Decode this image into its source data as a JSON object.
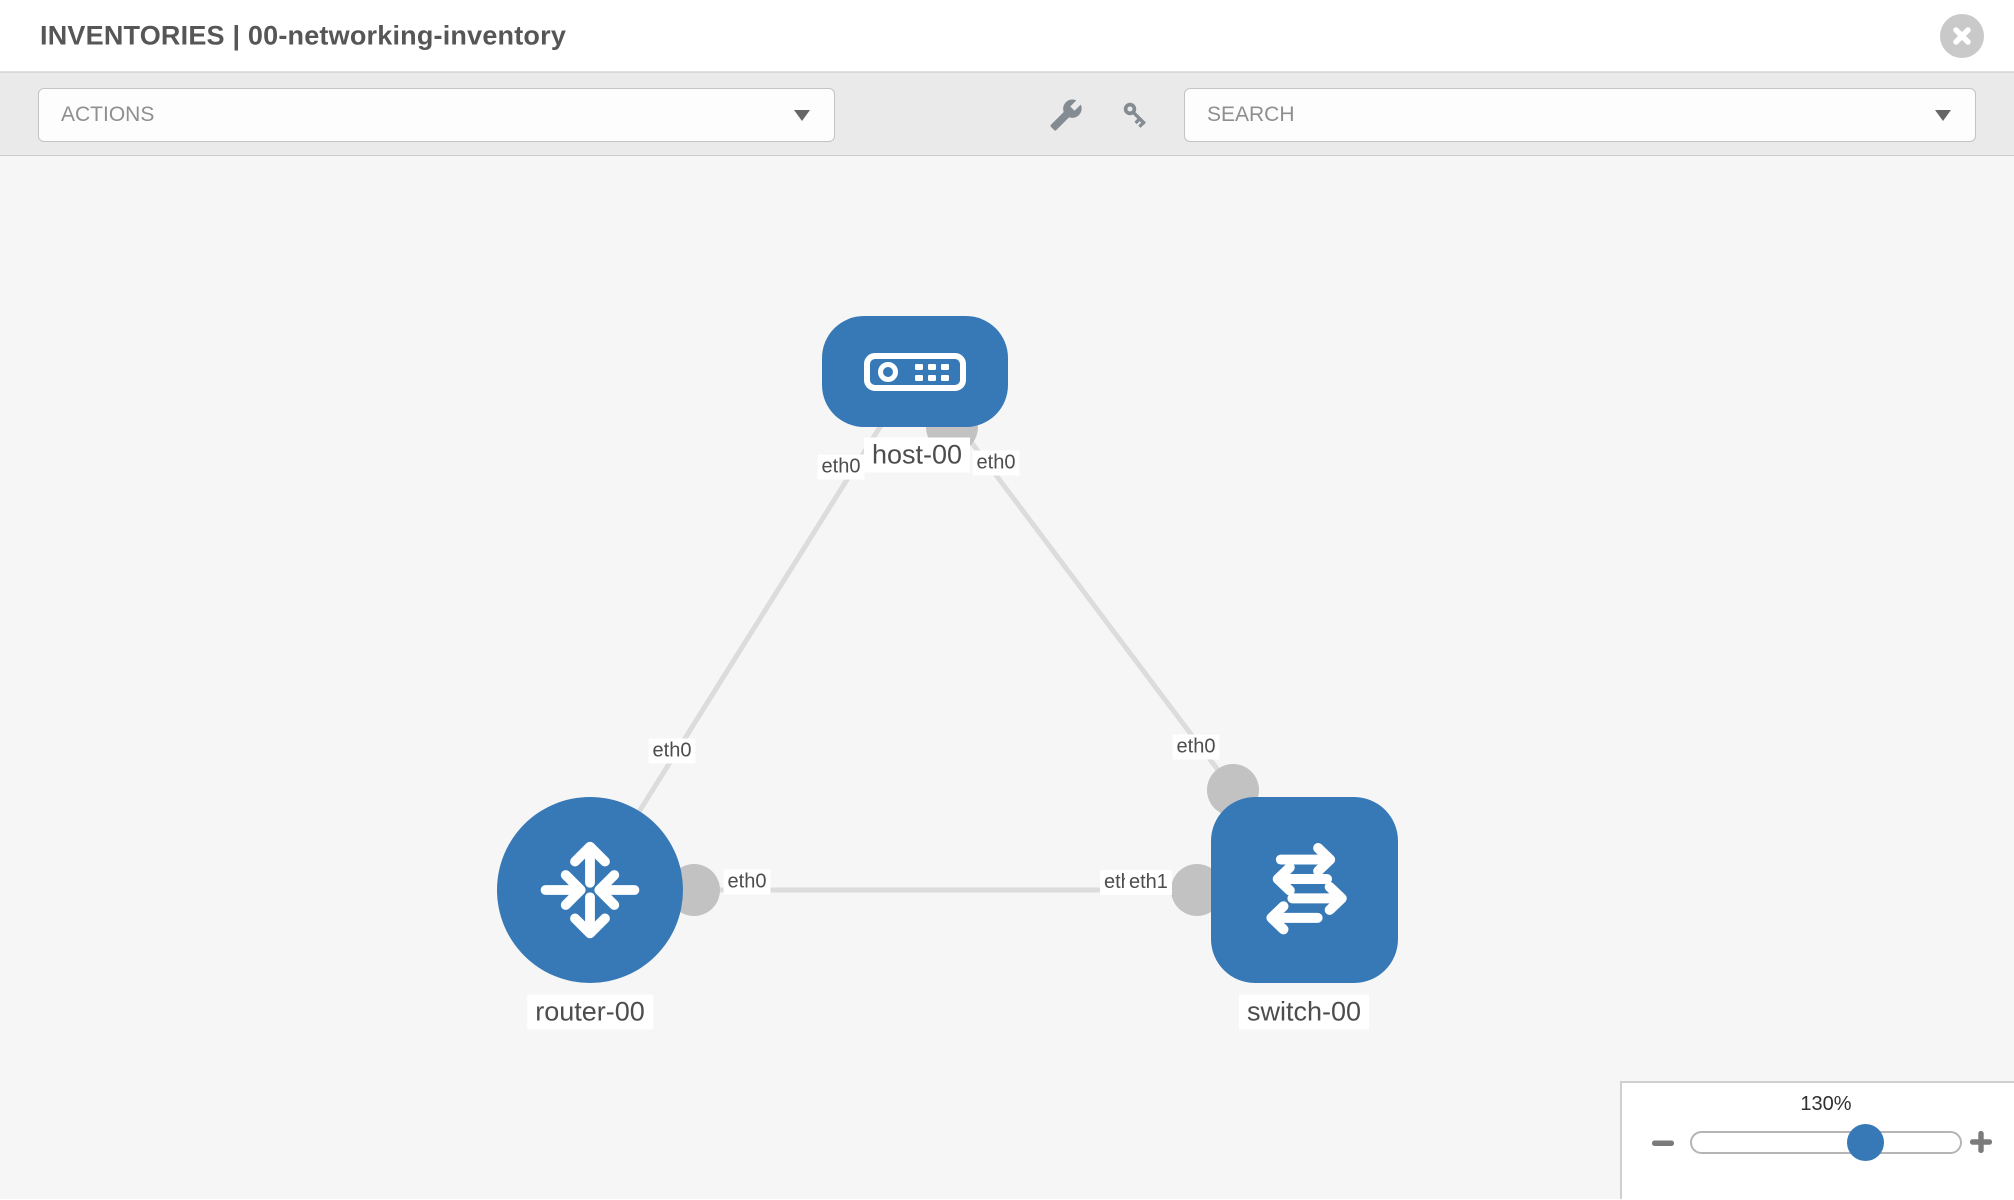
{
  "header": {
    "title": "INVENTORIES | 00-networking-inventory"
  },
  "toolbar": {
    "actions_label": "ACTIONS",
    "search_placeholder": "SEARCH",
    "icons": [
      "wrench-icon",
      "key-icon"
    ]
  },
  "topology": {
    "nodes": [
      {
        "id": "host-00",
        "label": "host-00",
        "type": "host"
      },
      {
        "id": "router-00",
        "label": "router-00",
        "type": "router"
      },
      {
        "id": "switch-00",
        "label": "switch-00",
        "type": "switch"
      }
    ],
    "links": [
      {
        "source": "host-00",
        "source_interface": "eth0",
        "target": "router-00",
        "target_interface": "eth0"
      },
      {
        "source": "host-00",
        "source_interface": "eth0",
        "target": "switch-00",
        "target_interface": "eth0"
      },
      {
        "source": "router-00",
        "source_interface": "eth0",
        "target": "switch-00",
        "target_interface": "eth1"
      }
    ],
    "overlapped_interface_label": "eth0"
  },
  "zoom_control": {
    "value": "130%",
    "minus_icon": "minus-icon",
    "plus_icon": "plus-icon"
  },
  "colors": {
    "node_blue": "#3779b7",
    "link_gray": "#dcdcdc",
    "endpoint_gray": "#c2c2c2",
    "toolbar_bg": "#eaeaea",
    "canvas_bg": "#f6f6f6"
  }
}
